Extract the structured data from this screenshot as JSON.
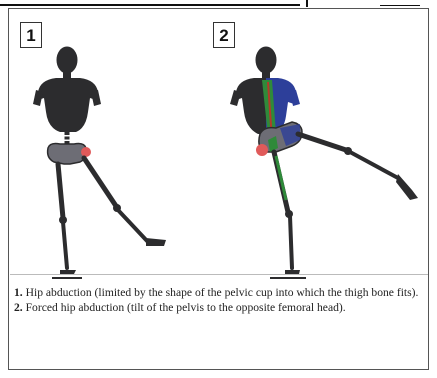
{
  "panels": [
    {
      "number": "1"
    },
    {
      "number": "2"
    }
  ],
  "captions": [
    {
      "num": "1.",
      "text": "Hip abduction (limited by the shape of the pelvic cup into which the thigh bone fits)."
    },
    {
      "num": "2.",
      "text": "Forced hip abduction (tilt of the pelvis to the opposite femoral head)."
    }
  ],
  "colors": {
    "skeleton": "#2c2c2e",
    "hip_highlight": "#e05a5a",
    "spine_red": "#b33a2a",
    "green_overlay": "#2f8a3a",
    "blue_overlay": "#2d3f9a"
  }
}
